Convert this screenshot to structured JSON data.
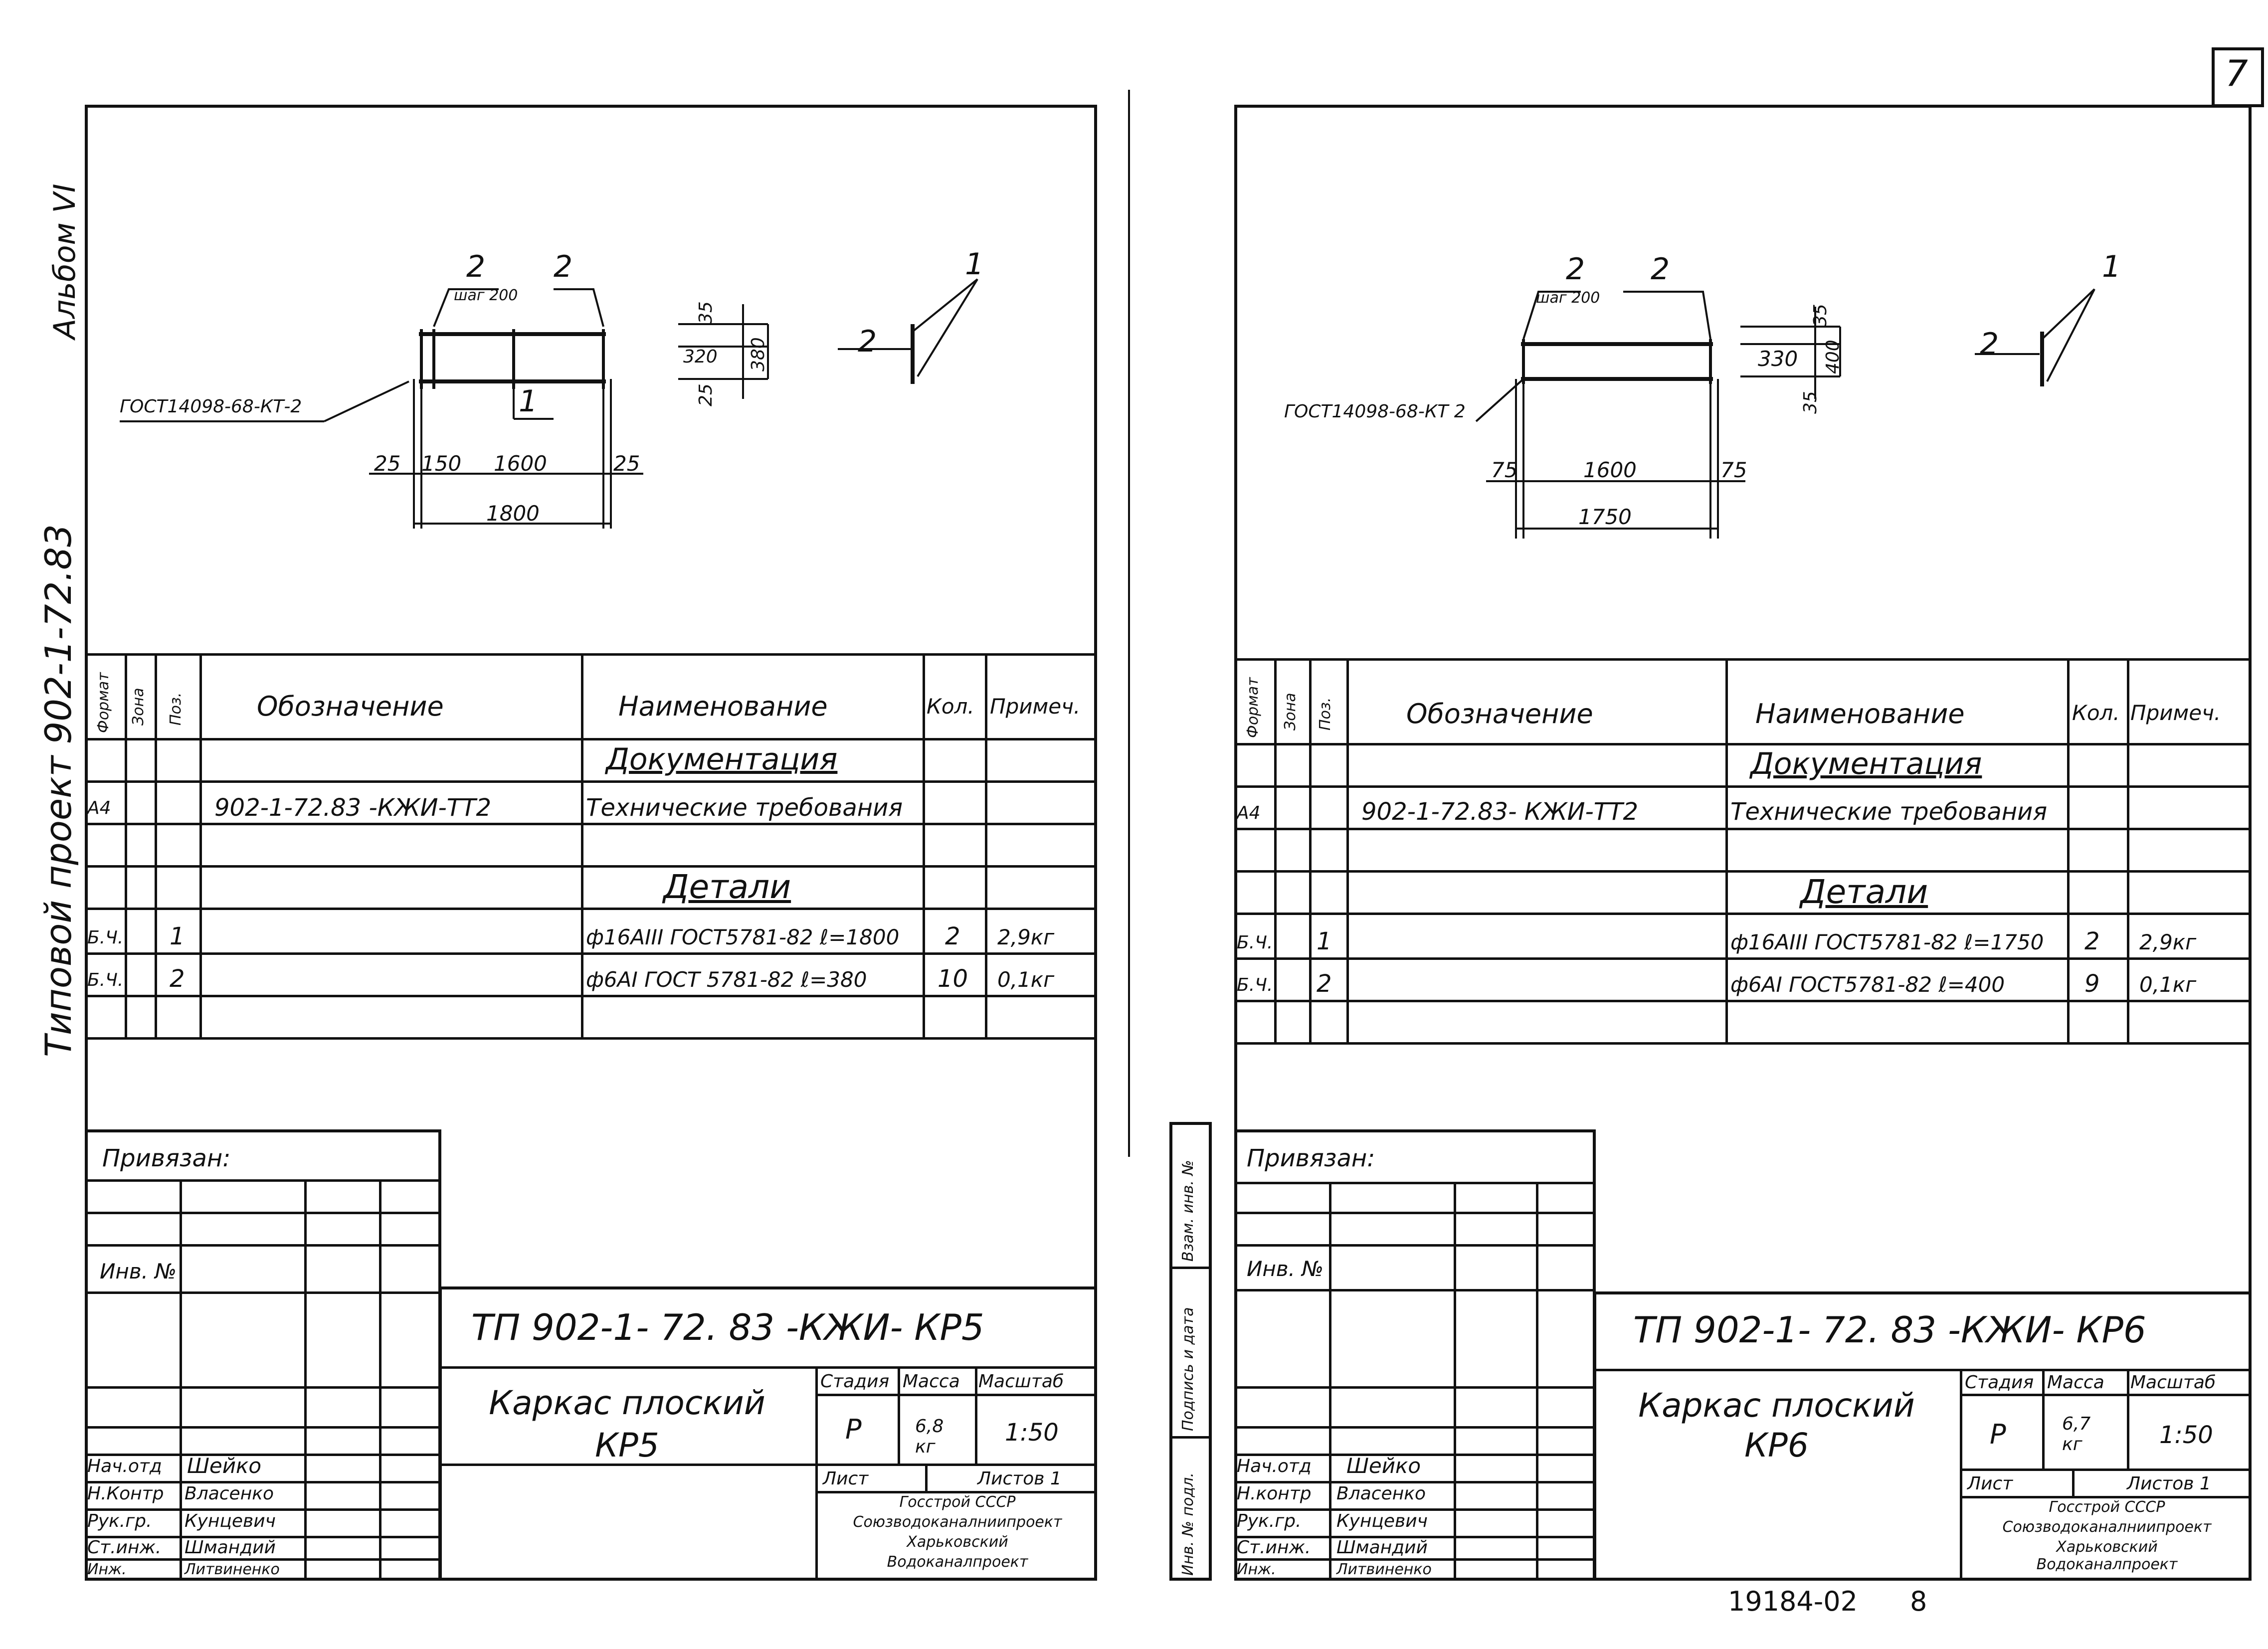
{
  "side_album": "Альбом VI",
  "side_project": "Типовой проект 902-1-72.83",
  "corner_number": "7",
  "inv_number": "19184-02",
  "page_number": "8",
  "side_stamp_labels": [
    "Взам. инв. №",
    "Подпись и дата",
    "Инв. № подл."
  ],
  "sheets": [
    {
      "drawing": {
        "spacing_label": "шаг 200",
        "pos_a": "2",
        "pos_b": "2",
        "pos_c": "1",
        "pos_d": "2",
        "pos_e": "1",
        "weld_label": "ГОСТ14098-68-КТ-2",
        "dim_top": "35",
        "dim_mid": "320",
        "dim_bot": "25",
        "dim_total_h": "380",
        "dim_left": "25",
        "dim_left2": "150",
        "dim_len": "1600",
        "dim_right": "25",
        "dim_total": "1800"
      },
      "table": {
        "headers": [
          "Формат",
          "Зона",
          "Поз.",
          "Обозначение",
          "Наименование",
          "Кол.",
          "Примеч."
        ],
        "section_docs": "Документация",
        "doc_row": {
          "format": "А4",
          "designation": "902-1-72.83 -КЖИ-ТТ2",
          "name": "Технические требования"
        },
        "section_details": "Детали",
        "rows": [
          {
            "format": "Б.Ч.",
            "pos": "1",
            "name": "ф16АIII ГОСТ5781-82 ℓ=1800",
            "qty": "2",
            "note": "2,9кг"
          },
          {
            "format": "Б.Ч.",
            "pos": "2",
            "name": "ф6АI ГОСТ 5781-82 ℓ=380",
            "qty": "10",
            "note": "0,1кг"
          }
        ]
      },
      "stamp": {
        "attached": "Привязан:",
        "inv": "Инв. №",
        "code": "ТП 902-1- 72. 83 -КЖИ- КР5",
        "title1": "Каркас плоский",
        "title2": "КР5",
        "stage_h": "Стадия",
        "mass_h": "Масса",
        "scale_h": "Масштаб",
        "stage": "Р",
        "mass": "6,8 кг",
        "scale": "1:50",
        "sheet": "Лист",
        "sheets": "Листов 1",
        "org1": "Госстрой СССР",
        "org2": "Союзводоканалниипроект",
        "org3": "Харьковский",
        "org4": "Водоканалпроект",
        "people": [
          {
            "role": "Нач.отд",
            "name": "Шейко"
          },
          {
            "role": "Н.Контр",
            "name": "Власенко"
          },
          {
            "role": "Рук.гр.",
            "name": "Кунцевич"
          },
          {
            "role": "Ст.инж.",
            "name": "Шмандий"
          },
          {
            "role": "Инж.",
            "name": "Литвиненко"
          }
        ]
      }
    },
    {
      "drawing": {
        "spacing_label": "шаг 200",
        "pos_a": "2",
        "pos_b": "2",
        "pos_c": "1",
        "pos_d": "2",
        "weld_label": "ГОСТ14098-68-КТ 2",
        "dim_top": "35",
        "dim_mid": "330",
        "dim_bot": "35",
        "dim_total_h": "400",
        "dim_left": "75",
        "dim_len": "1600",
        "dim_right": "75",
        "dim_total": "1750"
      },
      "table": {
        "headers": [
          "Формат",
          "Зона",
          "Поз.",
          "Обозначение",
          "Наименование",
          "Кол.",
          "Примеч."
        ],
        "section_docs": "Документация",
        "doc_row": {
          "format": "А4",
          "designation": "902-1-72.83- КЖИ-ТТ2",
          "name": "Технические требования"
        },
        "section_details": "Детали",
        "rows": [
          {
            "format": "Б.Ч.",
            "pos": "1",
            "name": "ф16АIII ГОСТ5781-82 ℓ=1750",
            "qty": "2",
            "note": "2,9кг"
          },
          {
            "format": "Б.Ч.",
            "pos": "2",
            "name": "ф6АI ГОСТ5781-82 ℓ=400",
            "qty": "9",
            "note": "0,1кг"
          }
        ]
      },
      "stamp": {
        "attached": "Привязан:",
        "inv": "Инв. №",
        "code": "ТП 902-1- 72. 83 -КЖИ- КР6",
        "title1": "Каркас плоский",
        "title2": "КР6",
        "stage_h": "Стадия",
        "mass_h": "Масса",
        "scale_h": "Масштаб",
        "stage": "Р",
        "mass": "6,7 кг",
        "scale": "1:50",
        "sheet": "Лист",
        "sheets": "Листов 1",
        "org1": "Госстрой СССР",
        "org2": "Союзводоканалниипроект",
        "org3": "Харьковский",
        "org4": "Водоканалпроект",
        "people": [
          {
            "role": "Нач.отд",
            "name": "Шейко"
          },
          {
            "role": "Н.контр",
            "name": "Власенко"
          },
          {
            "role": "Рук.гр.",
            "name": "Кунцевич"
          },
          {
            "role": "Ст.инж.",
            "name": "Шмандий"
          },
          {
            "role": "Инж.",
            "name": "Литвиненко"
          }
        ]
      }
    }
  ]
}
